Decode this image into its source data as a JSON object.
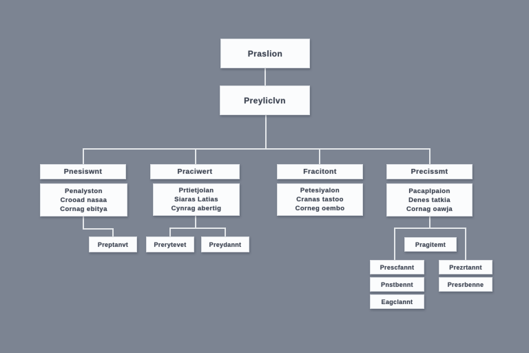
{
  "diagram": {
    "kind": "org-chart",
    "description": "Organizational chart with two stacked root boxes branching into four columns; columns 1, 2 and 4 have further child boxes."
  },
  "colors": {
    "background": "#7c8492",
    "box_fill": "#fbfcfd",
    "box_border": "#d9dce1",
    "connector": "#e4e7ea",
    "text": "#3d4452"
  },
  "nodes": {
    "root": {
      "label": "Praslion"
    },
    "root2": {
      "label": "Preyliclvn"
    },
    "col1_head": {
      "label": "Pnesiswnt"
    },
    "col2_head": {
      "label": "Praciwert"
    },
    "col3_head": {
      "label": "Fracitont"
    },
    "col4_head": {
      "label": "Precissmt"
    },
    "col1_desc": {
      "lines": [
        "Penalyston",
        "Crooad nasaa",
        "Cornag ebitya"
      ]
    },
    "col2_desc": {
      "lines": [
        "Prtietjolan",
        "Siaras Latias",
        "Cynrag abertig"
      ]
    },
    "col3_desc": {
      "lines": [
        "Petesiyalon",
        "Cranas tastoo",
        "Corneg oembo"
      ]
    },
    "col4_desc": {
      "lines": [
        "Pacaplpaion",
        "Denes tatkia",
        "Cornag oawja"
      ]
    },
    "col1_child1": {
      "label": "Preptanvt"
    },
    "col2_child1": {
      "label": "Prerytevet"
    },
    "col2_child2": {
      "label": "Preydannt"
    },
    "col4_mid": {
      "label": "Pragitemt"
    },
    "col4_left1": {
      "label": "Prescfannt"
    },
    "col4_left2": {
      "label": "Pnstbennt"
    },
    "col4_left3": {
      "label": "Eagclannt"
    },
    "col4_right1": {
      "label": "Prezrtannt"
    },
    "col4_right2": {
      "label": "Presrbenne"
    }
  }
}
